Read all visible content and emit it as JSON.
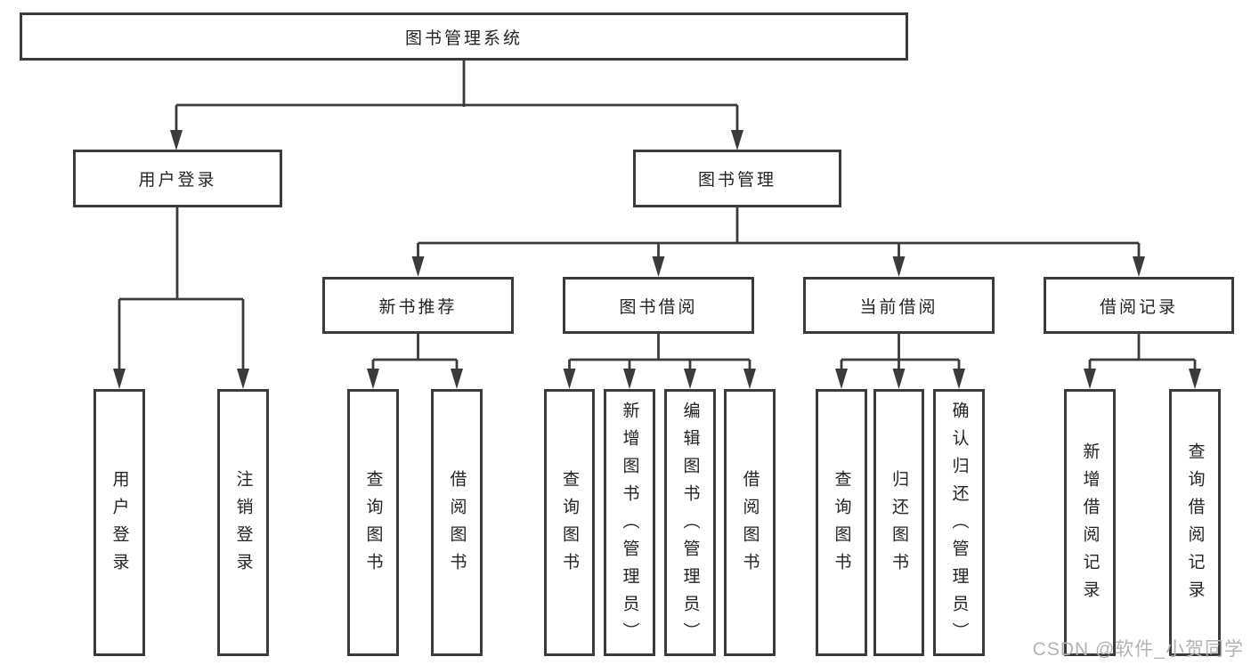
{
  "diagram_title": "图书管理系统",
  "tree": {
    "label": "图书管理系统",
    "children": [
      {
        "label": "用户登录",
        "children": [
          {
            "label": "用户登录"
          },
          {
            "label": "注销登录"
          }
        ]
      },
      {
        "label": "图书管理",
        "children": [
          {
            "label": "新书推荐",
            "children": [
              {
                "label": "查询图书"
              },
              {
                "label": "借阅图书"
              }
            ]
          },
          {
            "label": "图书借阅",
            "children": [
              {
                "label": "查询图书"
              },
              {
                "label": "新增图书（管理员）"
              },
              {
                "label": "编辑图书（管理员）"
              },
              {
                "label": "借阅图书"
              }
            ]
          },
          {
            "label": "当前借阅",
            "children": [
              {
                "label": "查询图书"
              },
              {
                "label": "归还图书"
              },
              {
                "label": "确认归还（管理员）"
              }
            ]
          },
          {
            "label": "借阅记录",
            "children": [
              {
                "label": "新增借阅记录"
              },
              {
                "label": "查询借阅记录"
              }
            ]
          }
        ]
      }
    ]
  },
  "watermark": {
    "text": "CSDN @软件_小贺同学"
  },
  "colors": {
    "line": "#3b3b3b",
    "text": "#242424",
    "watermark": "#b3b3b5",
    "background": "#ffffff"
  }
}
